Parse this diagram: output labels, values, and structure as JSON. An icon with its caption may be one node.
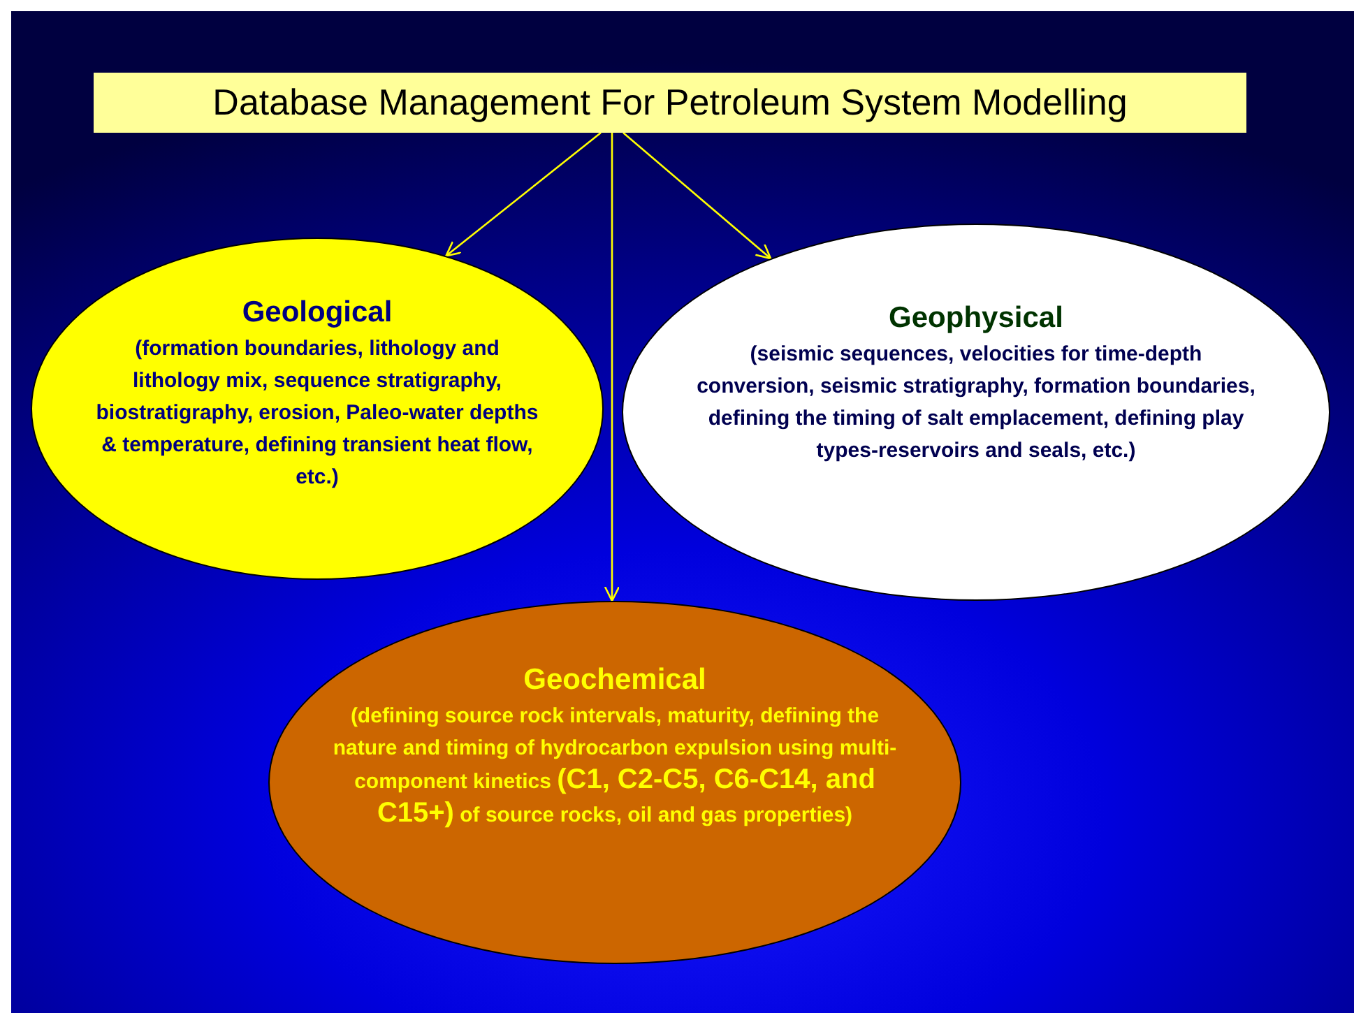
{
  "diagram": {
    "nodes": [
      {
        "text": [
          "Database Management For Petroleum System Modelling"
        ]
      },
      {
        "text": [
          "Geological",
          "(formation boundaries, lithology and lithology mix, sequence stratigraphy, biostratigraphy, erosion, Paleo-water depths & temperature, defining transient heat flow, etc.)"
        ]
      },
      {
        "text": [
          "Geophysical",
          "(seismic sequences, velocities for time-depth conversion, seismic stratigraphy, formation boundaries, defining the timing of salt emplacement, defining play types-reservoirs and seals, etc.)"
        ]
      },
      {
        "text": [
          "Geochemical",
          "(defining source rock intervals, maturity, defining the nature and timing of hydrocarbon expulsion using multi-component kinetics **(C1, C2-C5, C6-C14, and C15+)** of source rocks, oil and gas properties)"
        ]
      }
    ],
    "edges": [
      {
        "from": 0,
        "to": 1,
        "arrow": "to"
      },
      {
        "from": 0,
        "to": 2,
        "arrow": "to"
      },
      {
        "from": 0,
        "to": 3,
        "arrow": "to"
      }
    ]
  }
}
